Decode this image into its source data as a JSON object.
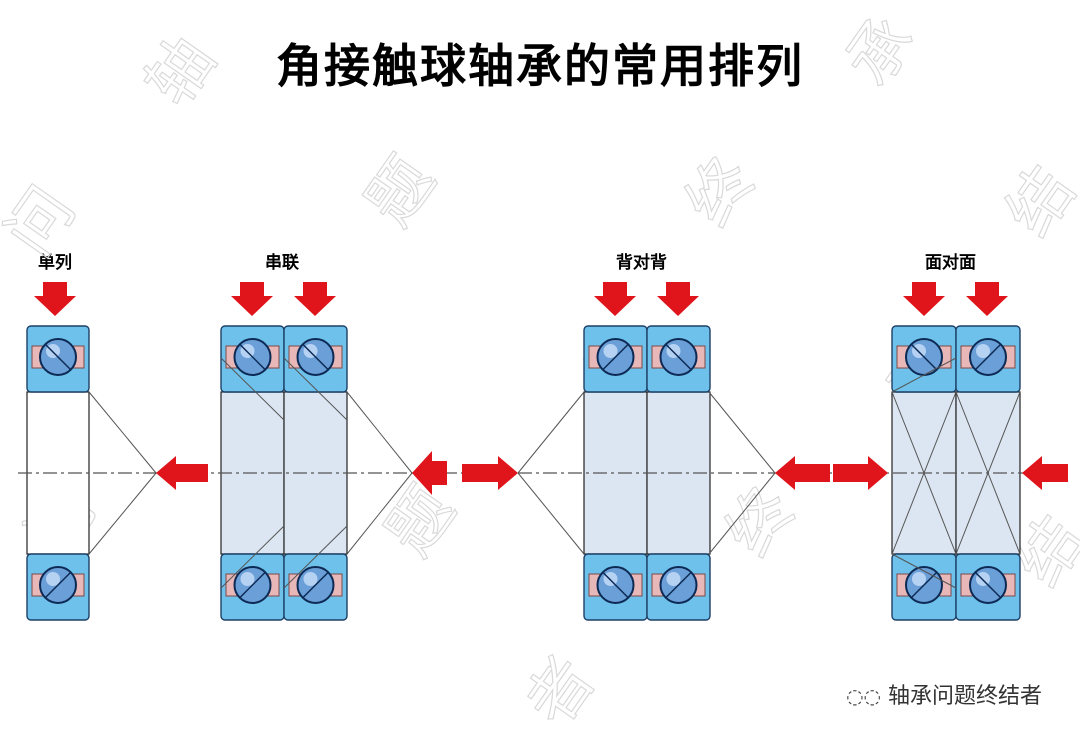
{
  "title": "角接触球轴承的常用排列",
  "labels": {
    "single": "单列",
    "tandem": "串联",
    "back_to_back": "背对背",
    "face_to_face": "面对面"
  },
  "watermark": {
    "account": "轴承问题终结者",
    "background_text": "轴承问题终结者"
  },
  "colors": {
    "outer_ring": "#6ec1ea",
    "inner_ring_fill": "#dce6f2",
    "ball": "#6b9fd8",
    "cage": "#e8b7b7",
    "arrow": "#e0151b",
    "line": "#555555",
    "watermark": "#d9d9d9"
  }
}
